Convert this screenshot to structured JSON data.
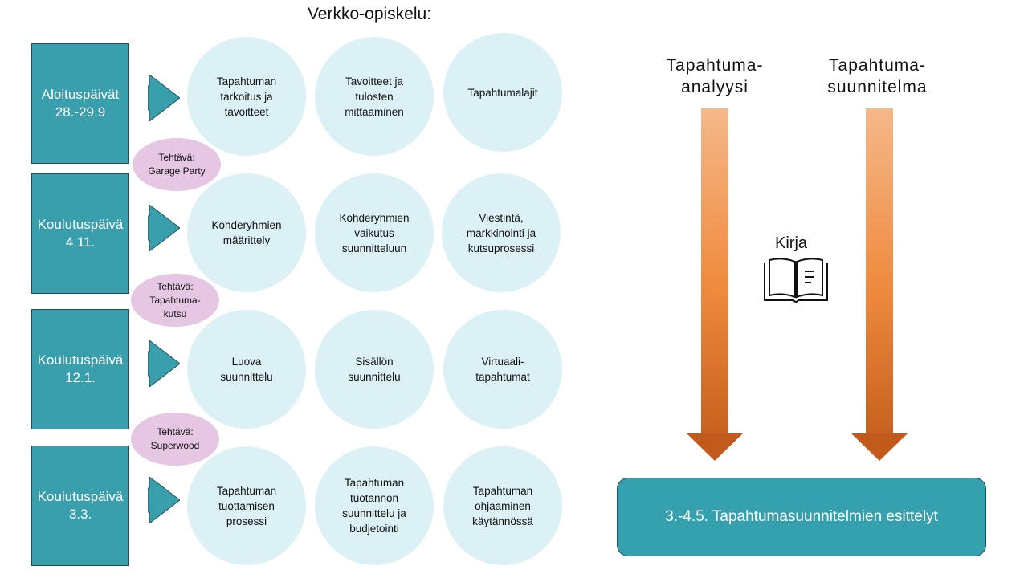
{
  "heading": "Verkko-opiskelu:",
  "days": [
    {
      "label": "Aloituspäivät",
      "date": "28.-29.9"
    },
    {
      "label": "Koulutuspäivä",
      "date": "4.11."
    },
    {
      "label": "Koulutuspäivä",
      "date": "12.1."
    },
    {
      "label": "Koulutuspäivä",
      "date": "3.3."
    }
  ],
  "circles": [
    [
      "Tapahtuman\ntarkoitus ja\ntavoitteet",
      "Tavoitteet ja\ntulosten\nmittaaminen",
      "Tapahtumalajit"
    ],
    [
      "Kohderyhmien\nmäärittely",
      "Kohderyhmien\nvaikutus\nsuunnitteluun",
      "Viestintä,\nmarkkinointi ja\nkutsuprosessi"
    ],
    [
      "Luova\nsuunnittelu",
      "Sisällön\nsuunnittelu",
      "Virtuaali-\ntapahtumat"
    ],
    [
      "Tapahtuman\ntuottamisen\nprosessi",
      "Tapahtuman\ntuotannon\nsuunnittelu ja\nbudjetointi",
      "Tapahtuman\nohjaaminen\nkäytännössä"
    ]
  ],
  "tasks": [
    "Tehtävä:\nGarage Party",
    "Tehtävä:\nTapahtuma-\nkutsu",
    "Tehtävä:\nSuperwood"
  ],
  "columns": [
    "Tapahtuma-\nanalyysi",
    "Tapahtuma-\nsuunnitelma"
  ],
  "book_label": "Kirja",
  "result": "3.-4.5. Tapahtumasuunnitelmien esittelyt",
  "colors": {
    "day": "#3a9fad",
    "circle": "#dcf1f5",
    "task": "#e5c6e3",
    "arrow_bar_top": "#f5b889",
    "arrow_bar_bottom": "#c8601f",
    "result": "#35a1af"
  }
}
